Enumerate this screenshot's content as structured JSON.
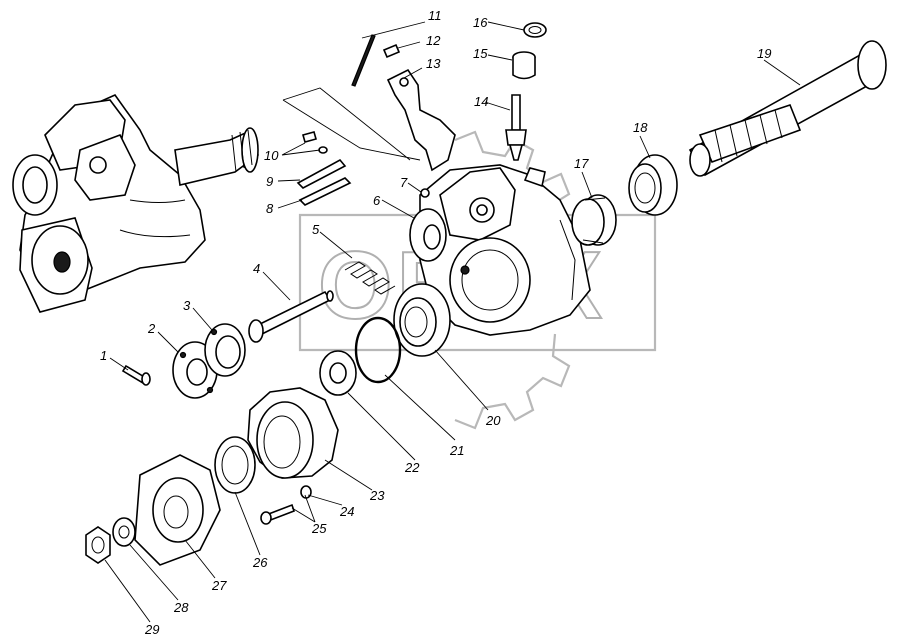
{
  "watermark": {
    "text": "OREX"
  },
  "callouts": {
    "c1": "1",
    "c2": "2",
    "c3": "3",
    "c4": "4",
    "c5": "5",
    "c6": "6",
    "c7": "7",
    "c8": "8",
    "c9": "9",
    "c10": "10",
    "c11": "11",
    "c12": "12",
    "c13": "13",
    "c14": "14",
    "c15": "15",
    "c16": "16",
    "c17": "17",
    "c18": "18",
    "c19": "19",
    "c20": "20",
    "c21": "21",
    "c22": "22",
    "c23": "23",
    "c24": "24",
    "c25": "25",
    "c26": "26",
    "c27": "27",
    "c28": "28",
    "c29": "29"
  }
}
